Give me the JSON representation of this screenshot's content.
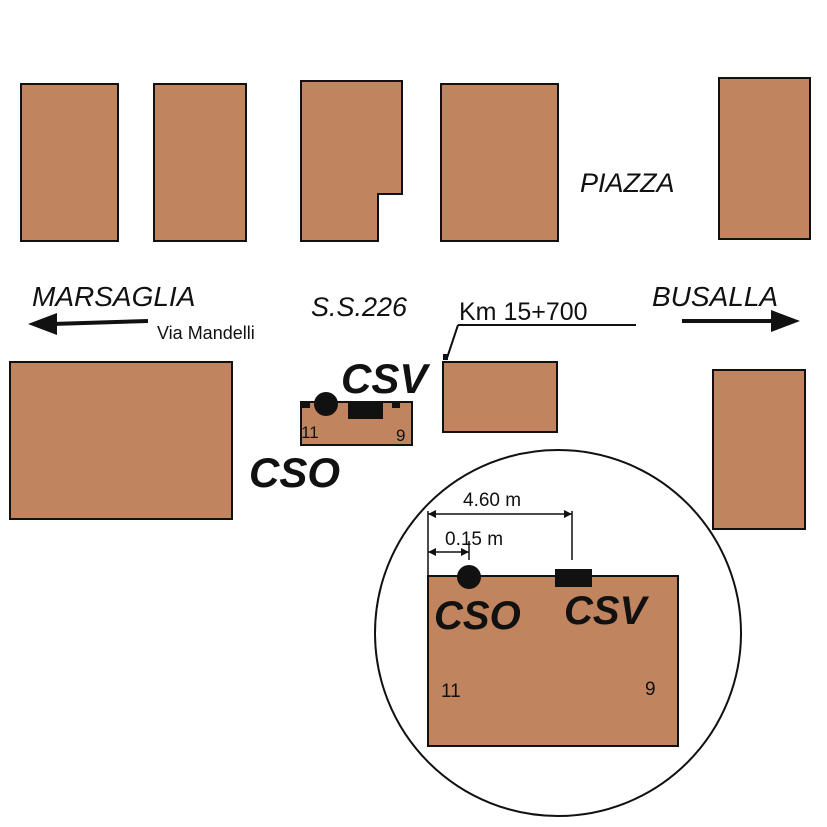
{
  "colors": {
    "building": "#C0845E",
    "line": "#111111",
    "background": "#ffffff"
  },
  "labels": {
    "piazza": "PIAZZA",
    "marsaglia": "MARSAGLIA",
    "via_mandelli": "Via Mandelli",
    "road": "S.S.226",
    "km": "Km 15+700",
    "busalla": "BUSALLA",
    "csv": "CSV",
    "cso": "CSO",
    "house_11": "11",
    "house_9": "9"
  },
  "detail": {
    "dim_total": "4.60 m",
    "dim_offset": "0.15 m",
    "cso": "CSO",
    "csv": "CSV",
    "house_11": "11",
    "house_9": "9"
  },
  "icons": [
    "arrow-left-icon",
    "arrow-right-icon",
    "cso-marker-icon",
    "csv-marker-icon"
  ]
}
